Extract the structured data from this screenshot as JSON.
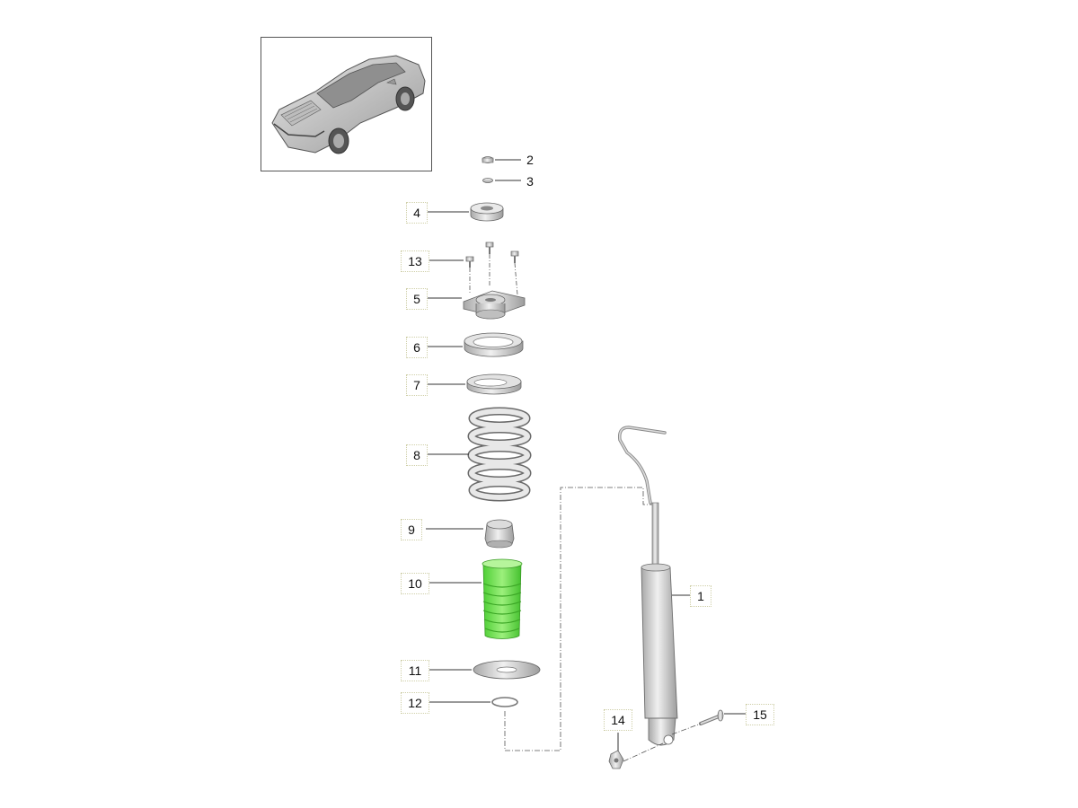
{
  "diagram": {
    "callouts": [
      {
        "id": "c2",
        "label": "2"
      },
      {
        "id": "c3",
        "label": "3"
      },
      {
        "id": "c4",
        "label": "4"
      },
      {
        "id": "c13",
        "label": "13"
      },
      {
        "id": "c5",
        "label": "5"
      },
      {
        "id": "c6",
        "label": "6"
      },
      {
        "id": "c7",
        "label": "7"
      },
      {
        "id": "c8",
        "label": "8"
      },
      {
        "id": "c9",
        "label": "9"
      },
      {
        "id": "c10",
        "label": "10"
      },
      {
        "id": "c11",
        "label": "11"
      },
      {
        "id": "c12",
        "label": "12"
      },
      {
        "id": "c1",
        "label": "1"
      },
      {
        "id": "c14",
        "label": "14"
      },
      {
        "id": "c15",
        "label": "15"
      }
    ],
    "highlighted_part": "10",
    "colors": {
      "part_grey": "#c8c8c8",
      "part_outline": "#6f6f6f",
      "highlight_green": "#7ee85f",
      "leader_line": "#333333"
    }
  }
}
